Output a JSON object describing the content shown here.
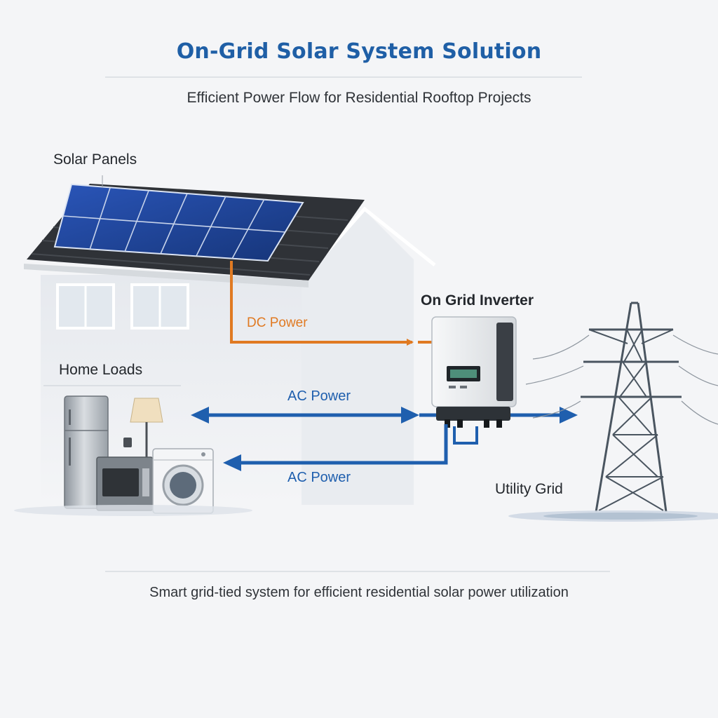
{
  "header": {
    "title": "On-Grid Solar System Solution",
    "subtitle": "Efficient Power Flow for Residential Rooftop Projects"
  },
  "labels": {
    "solar_panels": "Solar Panels",
    "inverter": "On Grid Inverter",
    "home_loads": "Home Loads",
    "utility_grid": "Utility Grid"
  },
  "flows": {
    "dc_power": "DC Power",
    "ac_power_top": "AC Power",
    "ac_power_bottom": "AC Power"
  },
  "footer": {
    "caption": "Smart grid-tied system for efficient residential solar power utilization"
  },
  "colors": {
    "title_blue": "#1f5fa6",
    "dc_orange": "#e07a22",
    "ac_blue": "#1f5fae",
    "panel_blue": "#1d3f8f"
  }
}
